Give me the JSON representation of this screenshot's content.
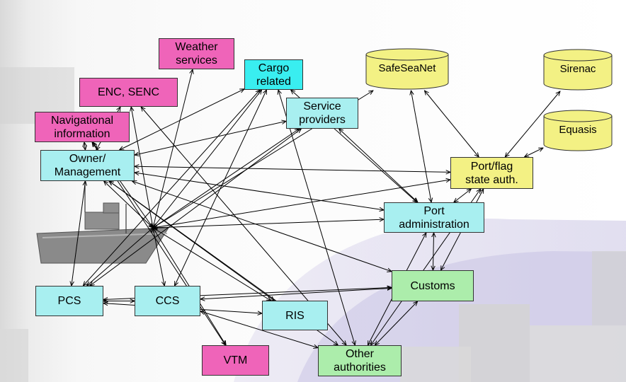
{
  "nodes": {
    "weather": {
      "label": "Weather\nservices"
    },
    "cargo": {
      "label": "Cargo\nrelated"
    },
    "enc": {
      "label": "ENC, SENC"
    },
    "nav": {
      "label": "Navigational\ninformation"
    },
    "service": {
      "label": "Service\nproviders"
    },
    "owner": {
      "label": "Owner/\nManagement"
    },
    "portflag": {
      "label": "Port/flag\nstate auth."
    },
    "portadmin": {
      "label": "Port\nadministration"
    },
    "customs": {
      "label": "Customs"
    },
    "pcs": {
      "label": "PCS"
    },
    "ccs": {
      "label": "CCS"
    },
    "ris": {
      "label": "RIS"
    },
    "vtm": {
      "label": "VTM"
    },
    "other": {
      "label": "Other\nauthorities"
    }
  },
  "databases": {
    "safeseanet": {
      "label": "SafeSeaNet"
    },
    "sirenac": {
      "label": "Sirenac"
    },
    "equasis": {
      "label": "Equasis"
    }
  },
  "colors": {
    "information_source": "#ef64b9",
    "stakeholder": "#a8eff0",
    "cargo_highlight": "#39eef0",
    "authority": "#f3f184",
    "customs_authority": "#acedab",
    "database": "#f3f184",
    "connector": "#000000"
  },
  "edges": [
    [
      "ship",
      "weather"
    ],
    [
      "ship",
      "enc"
    ],
    [
      "ship",
      "nav"
    ],
    [
      "ship",
      "cargo"
    ],
    [
      "ship",
      "service"
    ],
    [
      "ship",
      "owner"
    ],
    [
      "ship",
      "portflag"
    ],
    [
      "ship",
      "portadmin"
    ],
    [
      "ship",
      "pcs"
    ],
    [
      "ship",
      "ccs"
    ],
    [
      "ship",
      "vtm"
    ],
    [
      "ship",
      "ris"
    ],
    [
      "ship",
      "safeseanet"
    ],
    [
      "owner",
      "enc"
    ],
    [
      "owner",
      "nav"
    ],
    [
      "owner",
      "cargo"
    ],
    [
      "owner",
      "service"
    ],
    [
      "owner",
      "portflag"
    ],
    [
      "owner",
      "portadmin"
    ],
    [
      "owner",
      "customs"
    ],
    [
      "owner",
      "ris"
    ],
    [
      "owner",
      "other"
    ],
    [
      "owner",
      "pcs"
    ],
    [
      "cargo",
      "pcs"
    ],
    [
      "cargo",
      "ccs"
    ],
    [
      "cargo",
      "portadmin"
    ],
    [
      "cargo",
      "other"
    ],
    [
      "service",
      "portadmin"
    ],
    [
      "service",
      "pcs"
    ],
    [
      "safeseanet",
      "portflag"
    ],
    [
      "safeseanet",
      "portadmin"
    ],
    [
      "sirenac",
      "portflag"
    ],
    [
      "equasis",
      "portflag"
    ],
    [
      "portflag",
      "portadmin"
    ],
    [
      "portflag",
      "customs"
    ],
    [
      "portflag",
      "other"
    ],
    [
      "portadmin",
      "customs"
    ],
    [
      "portadmin",
      "other"
    ],
    [
      "customs",
      "pcs"
    ],
    [
      "customs",
      "other"
    ],
    [
      "customs",
      "ccs"
    ],
    [
      "pcs",
      "ccs"
    ],
    [
      "ccs",
      "other"
    ],
    [
      "nav",
      "vtm"
    ],
    [
      "enc",
      "other"
    ],
    [
      "pcs",
      "ris"
    ]
  ]
}
